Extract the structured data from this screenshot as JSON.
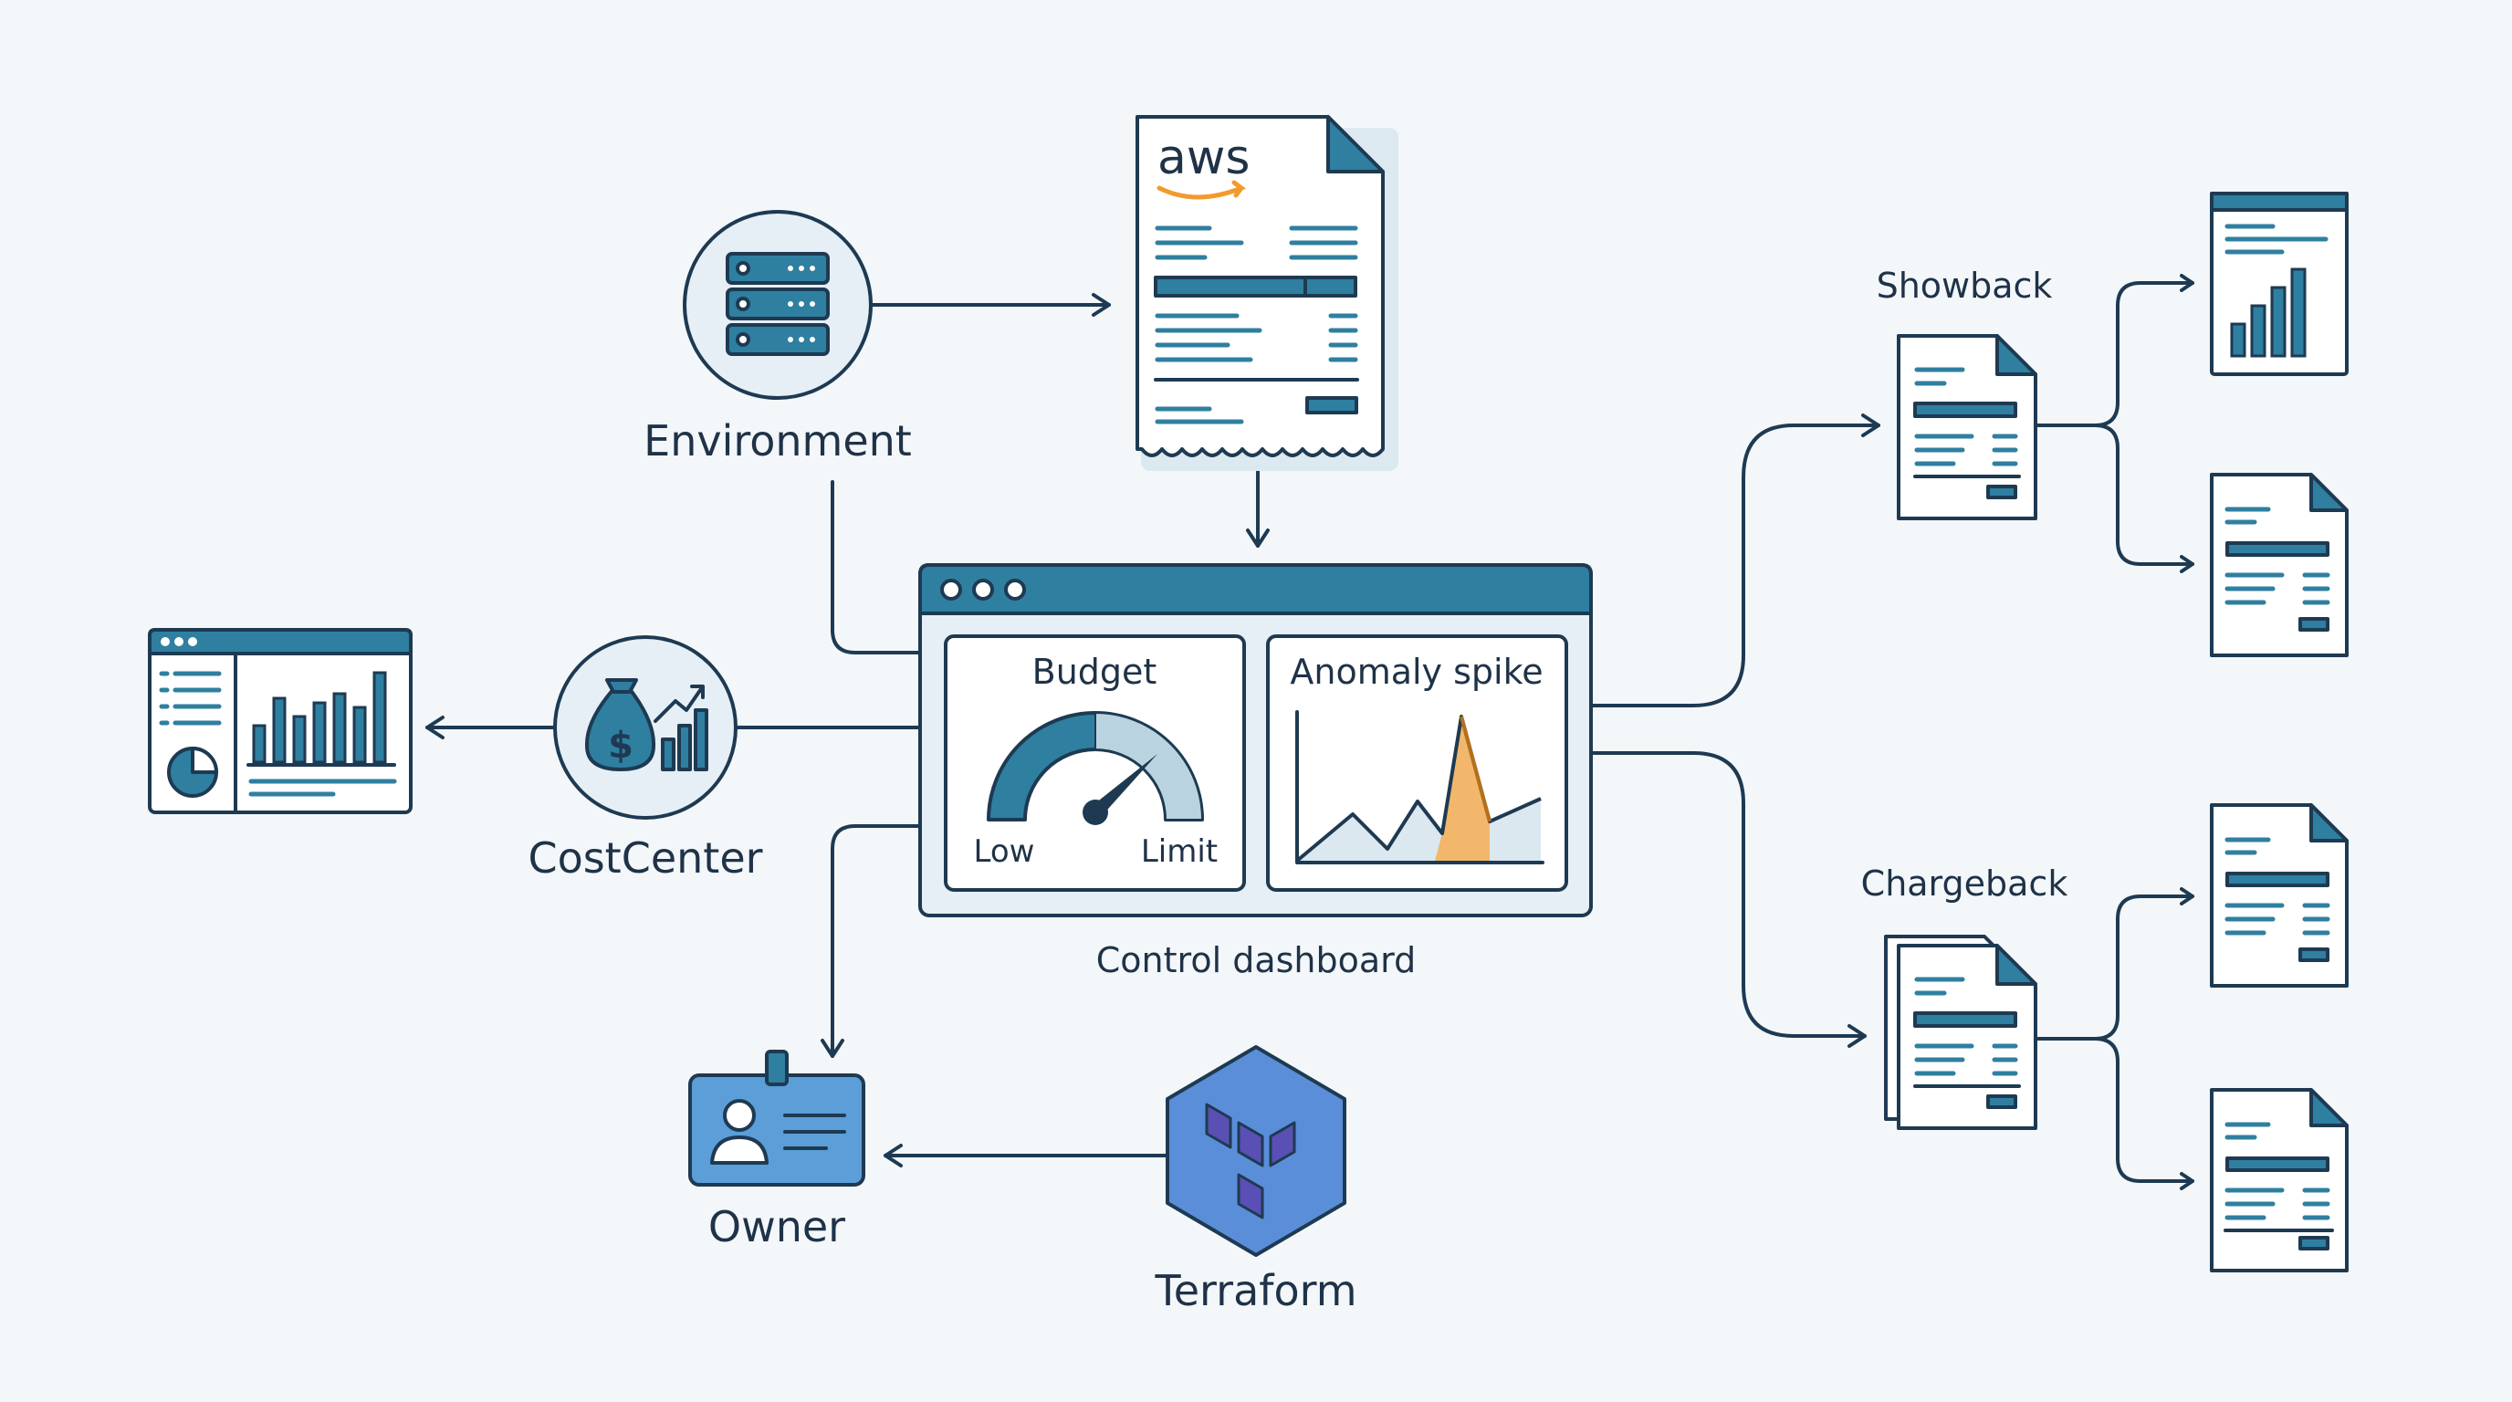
{
  "labels": {
    "environment": "Environment",
    "costcenter": "CostCenter",
    "owner": "Owner",
    "terraform": "Terraform",
    "control_dashboard": "Control dashboard",
    "showback": "Showback",
    "chargeback": "Chargeback"
  },
  "invoice": {
    "brand": "aws"
  },
  "dashboard": {
    "budget_title": "Budget",
    "gauge_low": "Low",
    "gauge_limit": "Limit",
    "anomaly_title": "Anomaly spike"
  },
  "colors": {
    "ink": "#1e3a52",
    "teal": "#2f7fa0",
    "light": "#e4eef4",
    "accent": "#f2b76b",
    "terraform": "#5b8ed8",
    "terraform_logo": "#5a4fb4"
  },
  "icons": {
    "environment": "server-rack-icon",
    "costcenter": "money-bag-growth-icon",
    "owner": "id-badge-icon",
    "terraform": "terraform-logo-icon"
  }
}
